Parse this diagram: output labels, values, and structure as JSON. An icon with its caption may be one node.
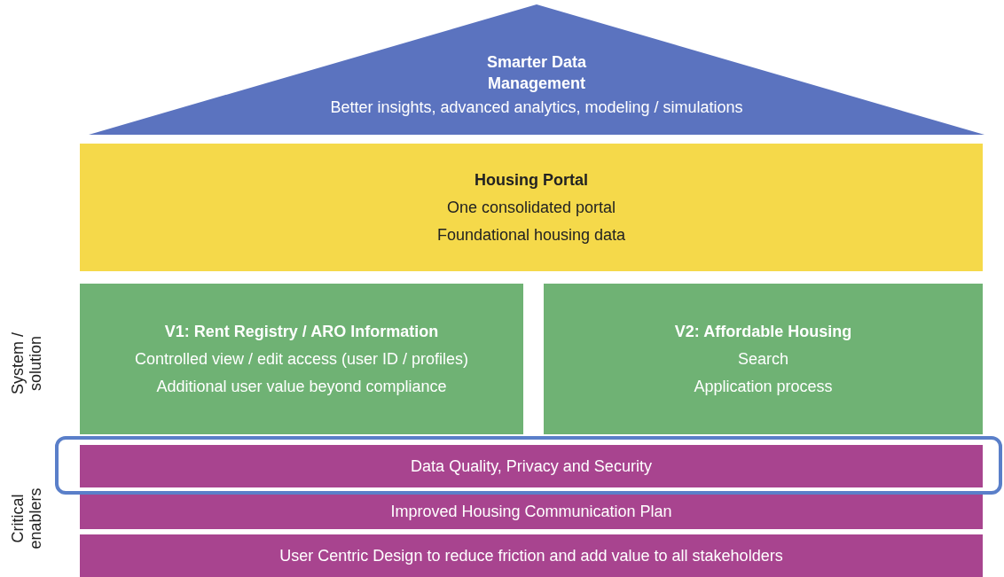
{
  "diagram": {
    "nodes": [
      {
        "text": [
          "Smarter Data Management",
          "Better insights, advanced analytics, modeling / simulations"
        ]
      },
      {
        "text": [
          "Housing Portal",
          "One consolidated portal",
          "Foundational housing data"
        ]
      },
      {
        "text": [
          "V1: Rent Registry / ARO Information",
          "Controlled view / edit access (user ID / profiles)",
          "Additional user value beyond compliance"
        ]
      },
      {
        "text": [
          "V2: Affordable Housing",
          "Search",
          "Application process"
        ]
      },
      {
        "text": [
          "Data Quality, Privacy and Security"
        ]
      },
      {
        "text": [
          "Improved Housing Communication Plan"
        ]
      },
      {
        "text": [
          "User Centric Design to reduce friction and add value to all stakeholders"
        ]
      }
    ],
    "edges": [],
    "labels": [
      "System / solution",
      "Critical enablers"
    ]
  }
}
